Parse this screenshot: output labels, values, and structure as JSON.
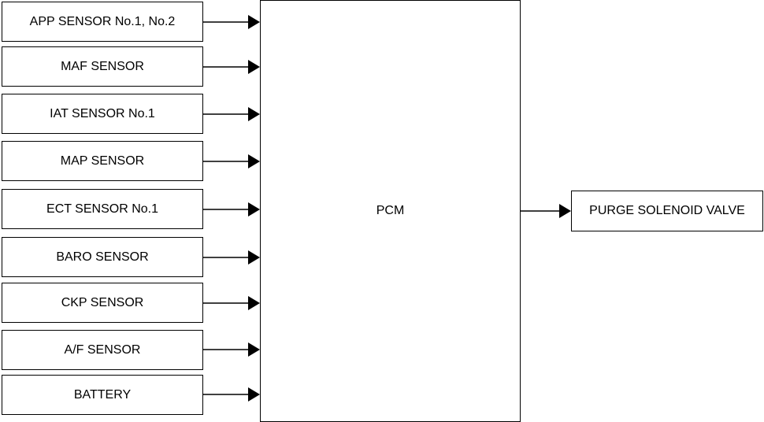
{
  "inputs": [
    "APP SENSOR No.1, No.2",
    "MAF SENSOR",
    "IAT SENSOR No.1",
    "MAP SENSOR",
    "ECT SENSOR No.1",
    "BARO SENSOR",
    "CKP SENSOR",
    "A/F SENSOR",
    "BATTERY"
  ],
  "controller": "PCM",
  "output": "PURGE SOLENOID VALVE",
  "colors": {
    "stroke": "#000000",
    "background": "#ffffff"
  }
}
